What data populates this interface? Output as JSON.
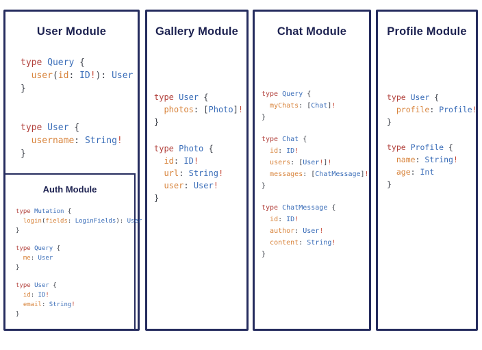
{
  "colors": {
    "navy_border": "#252c5e",
    "title_text": "#1c2150",
    "keyword": "#b2423d",
    "type_name": "#3a6db8",
    "field_name": "#d8843c",
    "punctuation": "#3c4049",
    "bang": "#c64a38"
  },
  "panels": [
    {
      "title": "User Module",
      "blocks": [
        [
          [
            [
              "k",
              "type"
            ],
            [
              "t",
              " Query"
            ],
            [
              "p",
              " {"
            ]
          ],
          [
            [
              "p",
              "  "
            ],
            [
              "f",
              "user"
            ],
            [
              "p",
              "("
            ],
            [
              "f",
              "id"
            ],
            [
              "p",
              ": "
            ],
            [
              "t",
              "ID"
            ],
            [
              "b",
              "!"
            ],
            [
              "p",
              "): "
            ],
            [
              "t",
              "User"
            ]
          ],
          [
            [
              "p",
              "}"
            ]
          ]
        ],
        [
          [
            [
              "k",
              "type"
            ],
            [
              "t",
              " User"
            ],
            [
              "p",
              " {"
            ]
          ],
          [
            [
              "p",
              "  "
            ],
            [
              "f",
              "username"
            ],
            [
              "p",
              ": "
            ],
            [
              "t",
              "String"
            ],
            [
              "b",
              "!"
            ]
          ],
          [
            [
              "p",
              "}"
            ]
          ]
        ]
      ],
      "auth": {
        "title": "Auth Module",
        "blocks": [
          [
            [
              [
                "k",
                "type"
              ],
              [
                "t",
                " Mutation"
              ],
              [
                "p",
                " {"
              ]
            ],
            [
              [
                "p",
                "  "
              ],
              [
                "f",
                "login"
              ],
              [
                "p",
                "("
              ],
              [
                "f",
                "fields"
              ],
              [
                "p",
                ": "
              ],
              [
                "t",
                "LoginFields"
              ],
              [
                "p",
                "): "
              ],
              [
                "t",
                "User"
              ]
            ],
            [
              [
                "p",
                "}"
              ]
            ]
          ],
          [
            [
              [
                "k",
                "type"
              ],
              [
                "t",
                " Query"
              ],
              [
                "p",
                " {"
              ]
            ],
            [
              [
                "p",
                "  "
              ],
              [
                "f",
                "me"
              ],
              [
                "p",
                ": "
              ],
              [
                "t",
                "User"
              ]
            ],
            [
              [
                "p",
                "}"
              ]
            ]
          ],
          [
            [
              [
                "k",
                "type"
              ],
              [
                "t",
                " User"
              ],
              [
                "p",
                " {"
              ]
            ],
            [
              [
                "p",
                "  "
              ],
              [
                "f",
                "id"
              ],
              [
                "p",
                ": "
              ],
              [
                "t",
                "ID"
              ],
              [
                "b",
                "!"
              ]
            ],
            [
              [
                "p",
                "  "
              ],
              [
                "f",
                "email"
              ],
              [
                "p",
                ": "
              ],
              [
                "t",
                "String"
              ],
              [
                "b",
                "!"
              ]
            ],
            [
              [
                "p",
                "}"
              ]
            ]
          ]
        ]
      }
    },
    {
      "title": "Gallery Module",
      "blocks": [
        [
          [
            [
              "k",
              "type"
            ],
            [
              "t",
              " User"
            ],
            [
              "p",
              " {"
            ]
          ],
          [
            [
              "p",
              "  "
            ],
            [
              "f",
              "photos"
            ],
            [
              "p",
              ": ["
            ],
            [
              "t",
              "Photo"
            ],
            [
              "p",
              "]"
            ],
            [
              "b",
              "!"
            ]
          ],
          [
            [
              "p",
              "}"
            ]
          ]
        ],
        [
          [
            [
              "k",
              "type"
            ],
            [
              "t",
              " Photo"
            ],
            [
              "p",
              " {"
            ]
          ],
          [
            [
              "p",
              "  "
            ],
            [
              "f",
              "id"
            ],
            [
              "p",
              ": "
            ],
            [
              "t",
              "ID"
            ],
            [
              "b",
              "!"
            ]
          ],
          [
            [
              "p",
              "  "
            ],
            [
              "f",
              "url"
            ],
            [
              "p",
              ": "
            ],
            [
              "t",
              "String"
            ],
            [
              "b",
              "!"
            ]
          ],
          [
            [
              "p",
              "  "
            ],
            [
              "f",
              "user"
            ],
            [
              "p",
              ": "
            ],
            [
              "t",
              "User"
            ],
            [
              "b",
              "!"
            ]
          ],
          [
            [
              "p",
              "}"
            ]
          ]
        ]
      ]
    },
    {
      "title": "Chat Module",
      "blocks": [
        [
          [
            [
              "k",
              "type"
            ],
            [
              "t",
              " Query"
            ],
            [
              "p",
              " {"
            ]
          ],
          [
            [
              "p",
              "  "
            ],
            [
              "f",
              "myChats"
            ],
            [
              "p",
              ": ["
            ],
            [
              "t",
              "Chat"
            ],
            [
              "p",
              "]"
            ],
            [
              "b",
              "!"
            ]
          ],
          [
            [
              "p",
              "}"
            ]
          ]
        ],
        [
          [
            [
              "k",
              "type"
            ],
            [
              "t",
              " Chat"
            ],
            [
              "p",
              " {"
            ]
          ],
          [
            [
              "p",
              "  "
            ],
            [
              "f",
              "id"
            ],
            [
              "p",
              ": "
            ],
            [
              "t",
              "ID"
            ],
            [
              "b",
              "!"
            ]
          ],
          [
            [
              "p",
              "  "
            ],
            [
              "f",
              "users"
            ],
            [
              "p",
              ": ["
            ],
            [
              "t",
              "User"
            ],
            [
              "b",
              "!"
            ],
            [
              "p",
              "]"
            ],
            [
              "b",
              "!"
            ]
          ],
          [
            [
              "p",
              "  "
            ],
            [
              "f",
              "messages"
            ],
            [
              "p",
              ": ["
            ],
            [
              "t",
              "ChatMessage"
            ],
            [
              "p",
              "]"
            ],
            [
              "b",
              "!"
            ]
          ],
          [
            [
              "p",
              "}"
            ]
          ]
        ],
        [
          [
            [
              "k",
              "type"
            ],
            [
              "t",
              " ChatMessage"
            ],
            [
              "p",
              " {"
            ]
          ],
          [
            [
              "p",
              "  "
            ],
            [
              "f",
              "id"
            ],
            [
              "p",
              ": "
            ],
            [
              "t",
              "ID"
            ],
            [
              "b",
              "!"
            ]
          ],
          [
            [
              "p",
              "  "
            ],
            [
              "f",
              "author"
            ],
            [
              "p",
              ": "
            ],
            [
              "t",
              "User"
            ],
            [
              "b",
              "!"
            ]
          ],
          [
            [
              "p",
              "  "
            ],
            [
              "f",
              "content"
            ],
            [
              "p",
              ": "
            ],
            [
              "t",
              "String"
            ],
            [
              "b",
              "!"
            ]
          ],
          [
            [
              "p",
              "}"
            ]
          ]
        ]
      ]
    },
    {
      "title": "Profile Module",
      "blocks": [
        [
          [
            [
              "k",
              "type"
            ],
            [
              "t",
              " User"
            ],
            [
              "p",
              " {"
            ]
          ],
          [
            [
              "p",
              "  "
            ],
            [
              "f",
              "profile"
            ],
            [
              "p",
              ": "
            ],
            [
              "t",
              "Profile"
            ],
            [
              "b",
              "!"
            ]
          ],
          [
            [
              "p",
              "}"
            ]
          ]
        ],
        [
          [
            [
              "k",
              "type"
            ],
            [
              "t",
              " Profile"
            ],
            [
              "p",
              " {"
            ]
          ],
          [
            [
              "p",
              "  "
            ],
            [
              "f",
              "name"
            ],
            [
              "p",
              ": "
            ],
            [
              "t",
              "String"
            ],
            [
              "b",
              "!"
            ]
          ],
          [
            [
              "p",
              "  "
            ],
            [
              "f",
              "age"
            ],
            [
              "p",
              ": "
            ],
            [
              "t",
              "Int"
            ]
          ],
          [
            [
              "p",
              "}"
            ]
          ]
        ]
      ]
    }
  ]
}
